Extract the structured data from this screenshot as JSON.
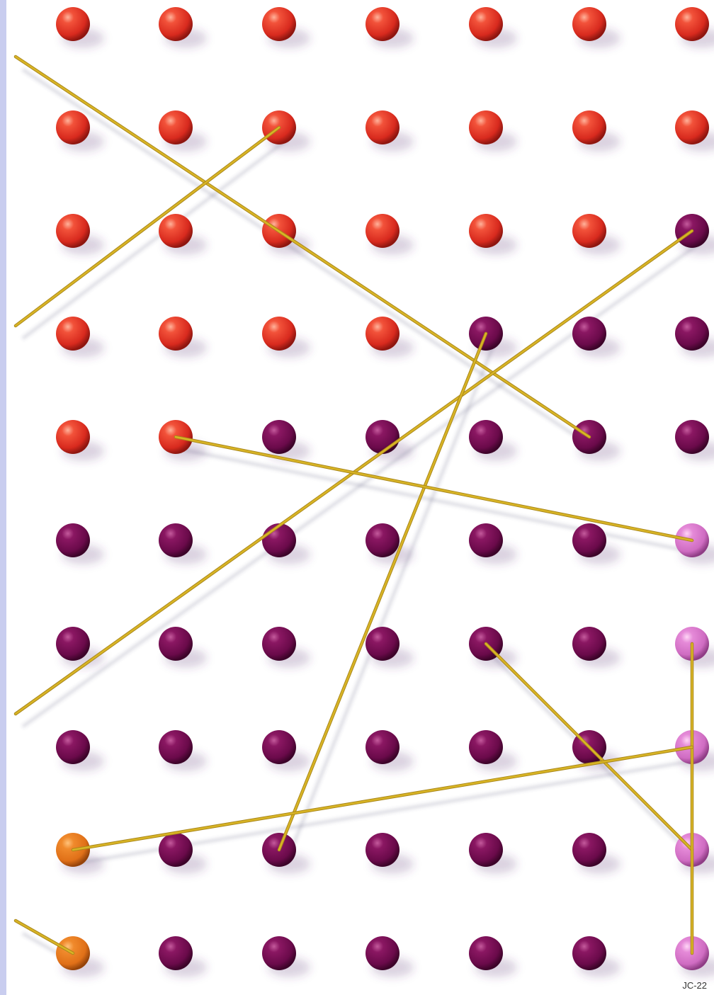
{
  "artwork": {
    "label": "JC-22",
    "colors": {
      "red": "#e8372a",
      "purple": "#7a0d55",
      "pink": "#dc7fd0",
      "orange": "#ec7a22",
      "wire": "#d8b425",
      "strip": "#c9cdef"
    },
    "grid": {
      "columns": 7,
      "rows": 10,
      "ball_colors": [
        [
          "red",
          "red",
          "red",
          "red",
          "red",
          "red",
          "red"
        ],
        [
          "red",
          "red",
          "red",
          "red",
          "red",
          "red",
          "red"
        ],
        [
          "red",
          "red",
          "red",
          "red",
          "red",
          "red",
          "purple"
        ],
        [
          "red",
          "red",
          "red",
          "red",
          "purple",
          "purple",
          "purple"
        ],
        [
          "red",
          "red",
          "purple",
          "purple",
          "purple",
          "purple",
          "purple"
        ],
        [
          "purple",
          "purple",
          "purple",
          "purple",
          "purple",
          "purple",
          "pink"
        ],
        [
          "purple",
          "purple",
          "purple",
          "purple",
          "purple",
          "purple",
          "pink"
        ],
        [
          "purple",
          "purple",
          "purple",
          "purple",
          "purple",
          "purple",
          "pink"
        ],
        [
          "orange",
          "purple",
          "purple",
          "purple",
          "purple",
          "purple",
          "pink"
        ],
        [
          "orange",
          "purple",
          "purple",
          "purple",
          "purple",
          "purple",
          "pink"
        ]
      ]
    }
  }
}
